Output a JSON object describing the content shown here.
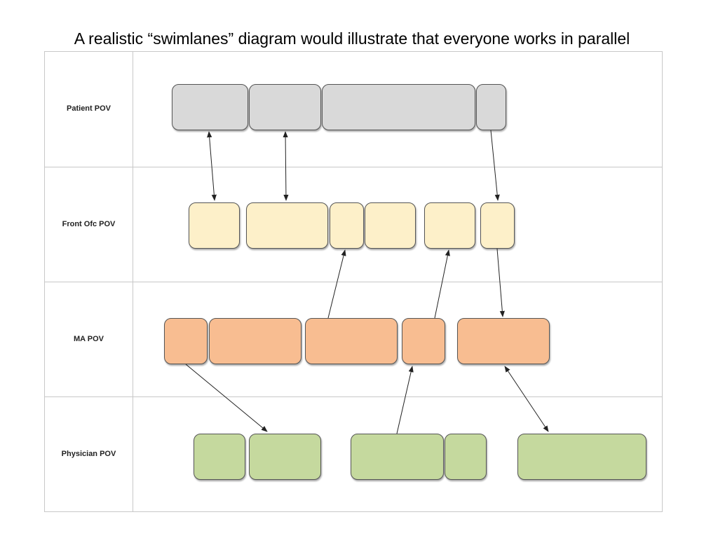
{
  "title": "A realistic “swimlanes” diagram would illustrate that everyone works in parallel",
  "lanes": [
    {
      "label": "Patient POV",
      "color": "#d9d9d9"
    },
    {
      "label": "Front Ofc POV",
      "color": "#fdf0c9"
    },
    {
      "label": "MA POV",
      "color": "#f8bd91"
    },
    {
      "label": "Physician POV",
      "color": "#c5d99e"
    }
  ],
  "colors": {
    "frame": "#c8c8c8",
    "task_border": "#555555",
    "arrow": "#222222"
  }
}
